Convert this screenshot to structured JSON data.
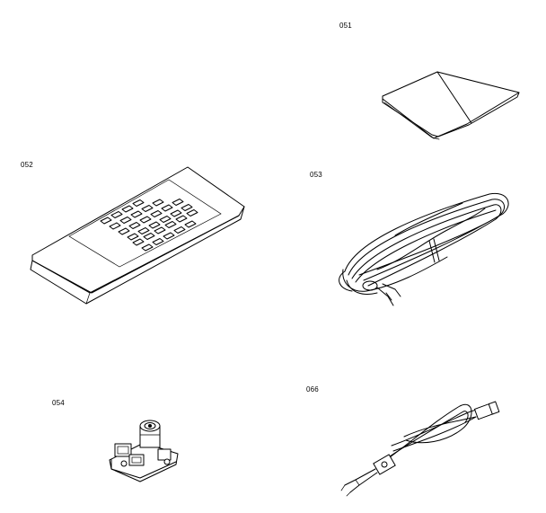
{
  "parts": [
    {
      "id": "manual",
      "label": "051"
    },
    {
      "id": "remote",
      "label": "052"
    },
    {
      "id": "speaker-cord",
      "label": "053"
    },
    {
      "id": "adapter",
      "label": "054"
    },
    {
      "id": "antenna-cable",
      "label": "066"
    }
  ]
}
